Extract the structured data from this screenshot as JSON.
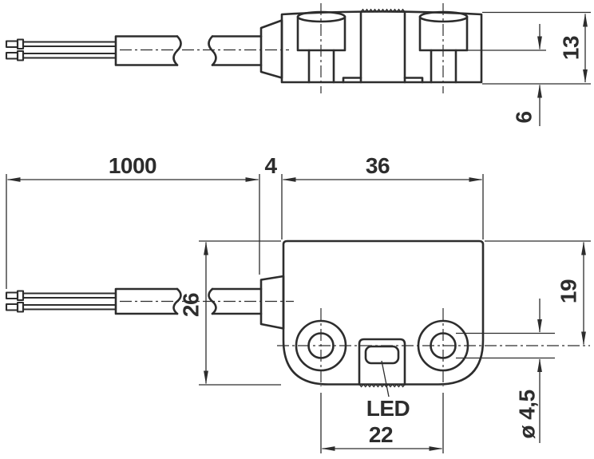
{
  "drawing": {
    "side_view": {
      "dim_height": "13",
      "dim_step": "6"
    },
    "front_view": {
      "dim_cable_length": "1000",
      "dim_strain_relief": "4",
      "dim_width": "36",
      "dim_height": "26",
      "dim_hole_offset": "19",
      "dim_hole_diameter": "ø 4,5",
      "dim_hole_spacing": "22",
      "led_label": "LED"
    },
    "colors": {
      "line": "#2d2d2d",
      "background": "#ffffff"
    }
  }
}
